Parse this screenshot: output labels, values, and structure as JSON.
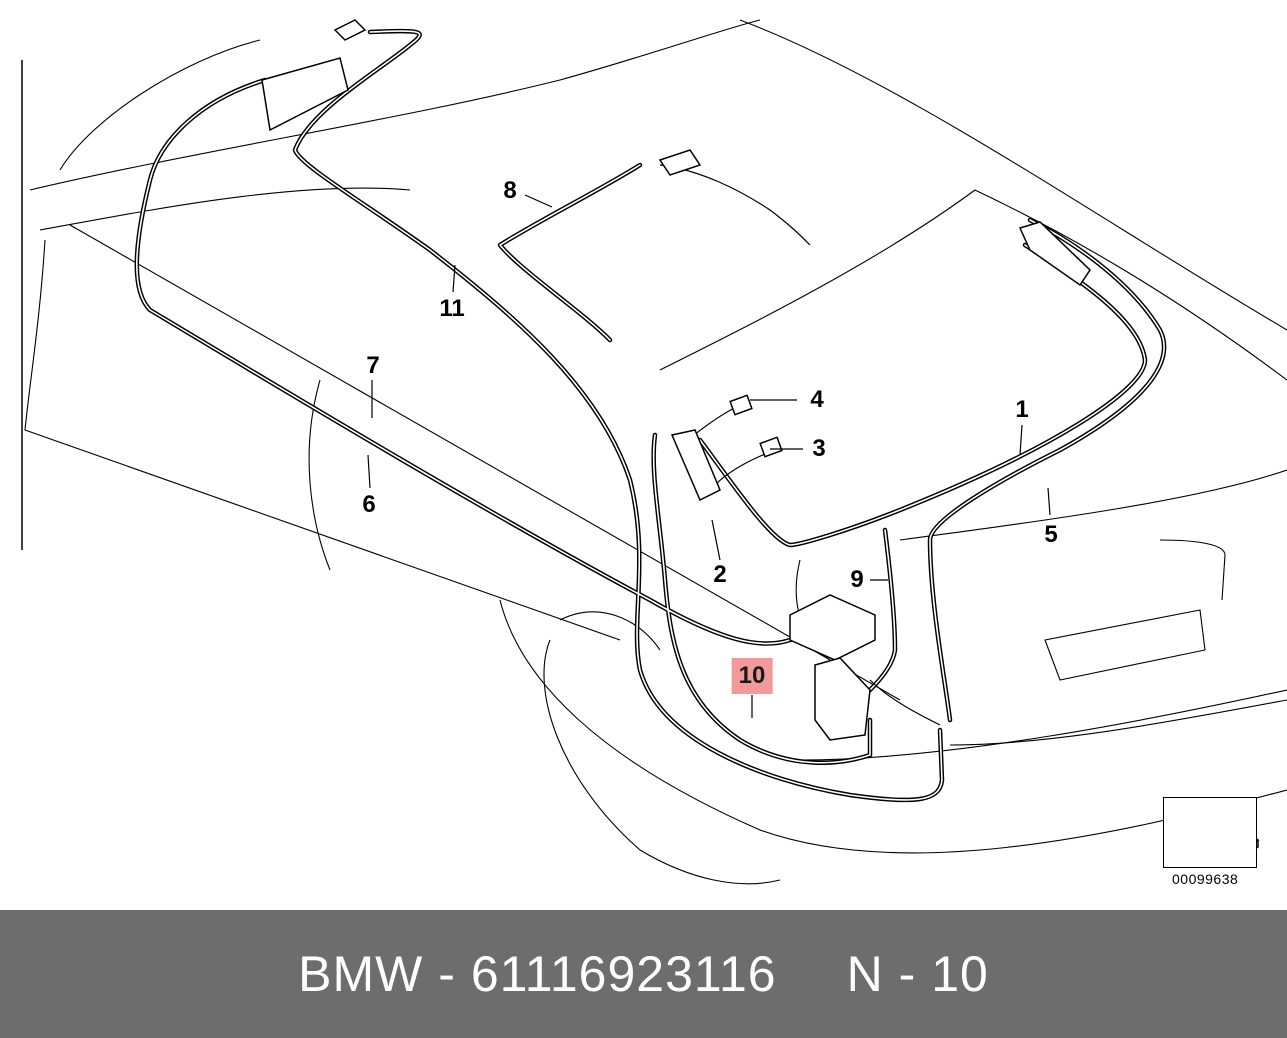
{
  "callouts": [
    {
      "id": "1",
      "label": "1"
    },
    {
      "id": "2",
      "label": "2"
    },
    {
      "id": "3",
      "label": "3"
    },
    {
      "id": "4",
      "label": "4"
    },
    {
      "id": "5",
      "label": "5"
    },
    {
      "id": "6",
      "label": "6"
    },
    {
      "id": "7",
      "label": "7"
    },
    {
      "id": "8",
      "label": "8"
    },
    {
      "id": "9",
      "label": "9"
    },
    {
      "id": "10",
      "label": "10",
      "highlighted": true
    },
    {
      "id": "11",
      "label": "11"
    }
  ],
  "reference_code": "00099638",
  "footer": {
    "brand": "BMW",
    "separator": "-",
    "part_number": "61116923116",
    "position_prefix": "N",
    "position_number": "10"
  },
  "colors": {
    "highlight": "#f29a9a",
    "footer_bg": "#6d6d6d",
    "footer_text": "#ffffff",
    "line": "#000000"
  }
}
